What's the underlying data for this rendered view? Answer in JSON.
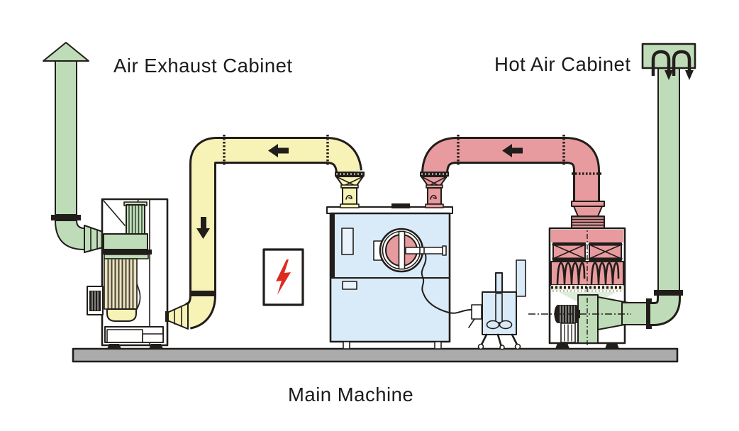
{
  "labels": {
    "air_exhaust_cabinet": "Air Exhaust Cabinet",
    "hot_air_cabinet": "Hot Air Cabinet",
    "main_machine": "Main Machine"
  },
  "colors": {
    "exhaust_green": "#bedcb8",
    "duct_yellow": "#f7f2b6",
    "duct_pink": "#e89b9e",
    "machine_blue": "#d9eaf8",
    "filter_tan": "#eae2bf",
    "floor_gray": "#ababab",
    "bolt_red": "#dd2b20",
    "stroke": "#211d1a"
  },
  "icons": {
    "exhaust_stack_flow": "arrow-up-icon",
    "return_duct_flow_horizontal": "arrow-left-icon",
    "return_duct_flow_vertical": "arrow-down-icon",
    "supply_duct_flow": "arrow-left-icon",
    "fresh_air_intake_flow": "loop-down-arrows-icon",
    "electrical_power": "lightning-bolt-icon"
  }
}
